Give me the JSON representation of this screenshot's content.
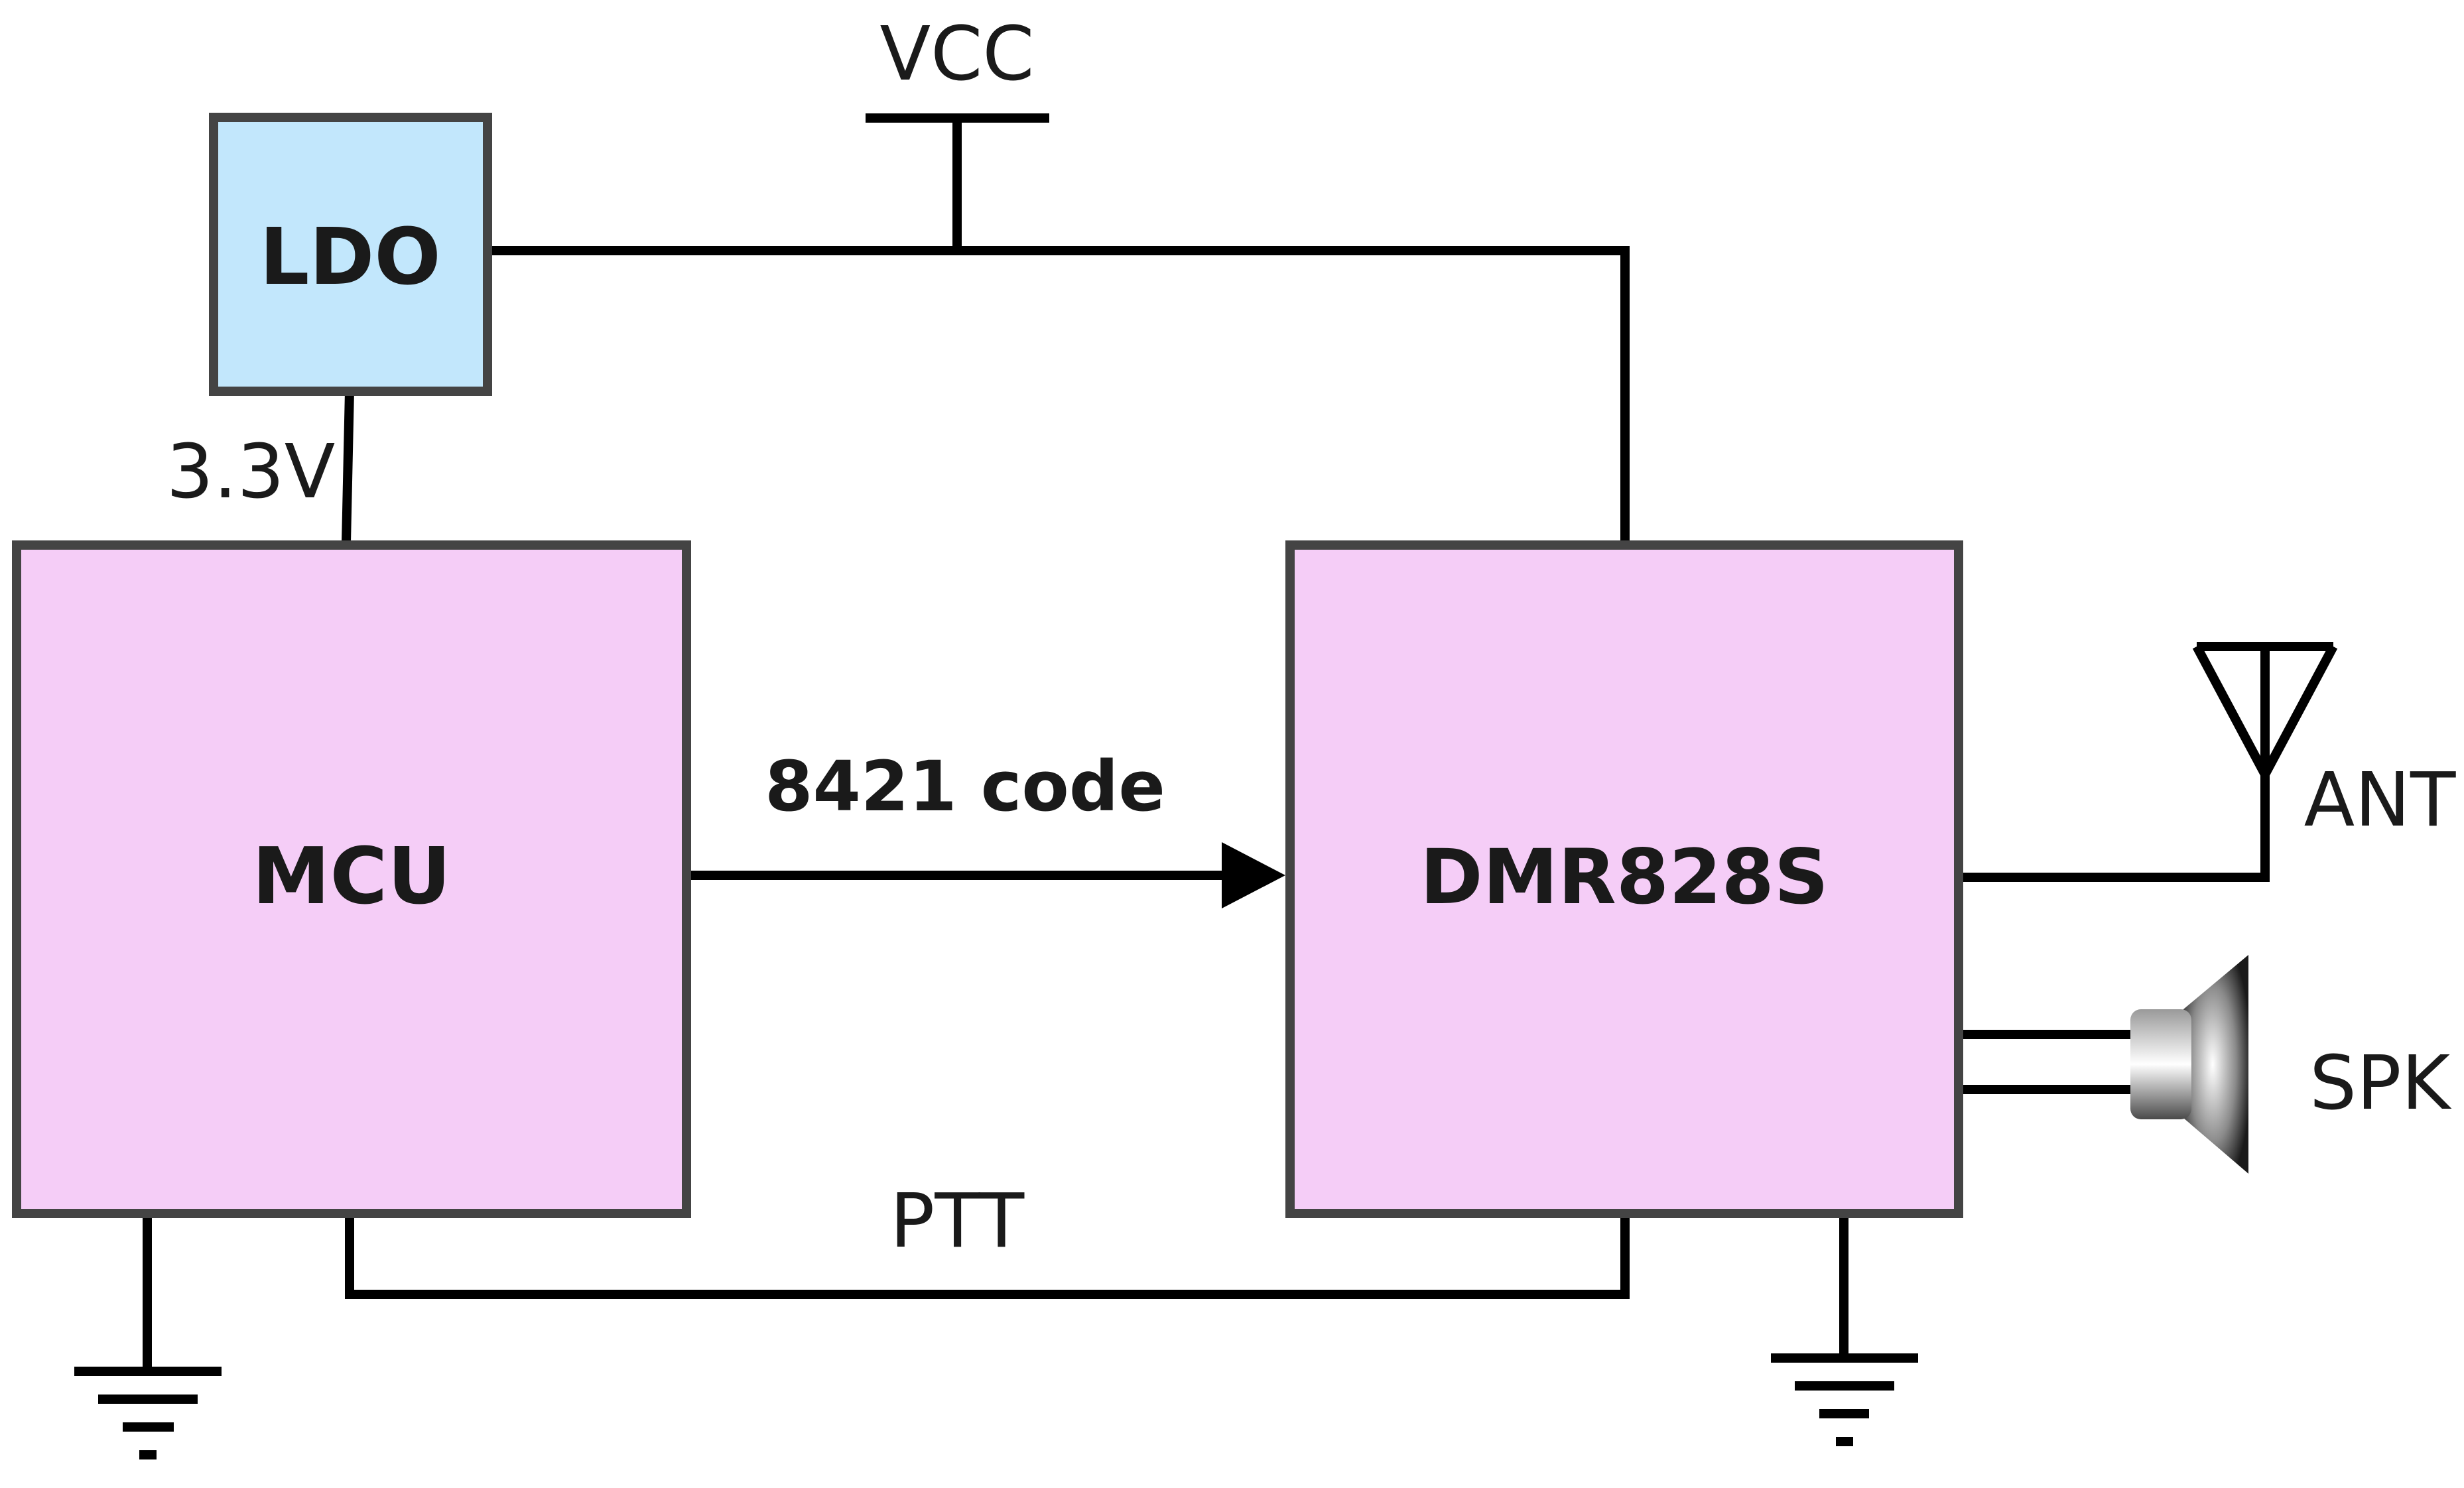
{
  "colors": {
    "ldo_fill": "#c2e7fc",
    "chip_fill": "#f5cdf7",
    "border": "#444444",
    "wire": "#000000",
    "text": "#1a1a1a"
  },
  "labels": {
    "vcc": "VCC",
    "ldo": "LDO",
    "v33": "3.3V",
    "mcu": "MCU",
    "dmr": "DMR828S",
    "code": "8421 code",
    "ptt": "PTT",
    "ant": "ANT",
    "spk": "SPK"
  },
  "icons": {
    "ground_left": "ground-icon",
    "ground_right": "ground-icon",
    "antenna": "antenna-icon",
    "speaker": "speaker-icon",
    "vcc_rail": "power-rail-icon"
  }
}
